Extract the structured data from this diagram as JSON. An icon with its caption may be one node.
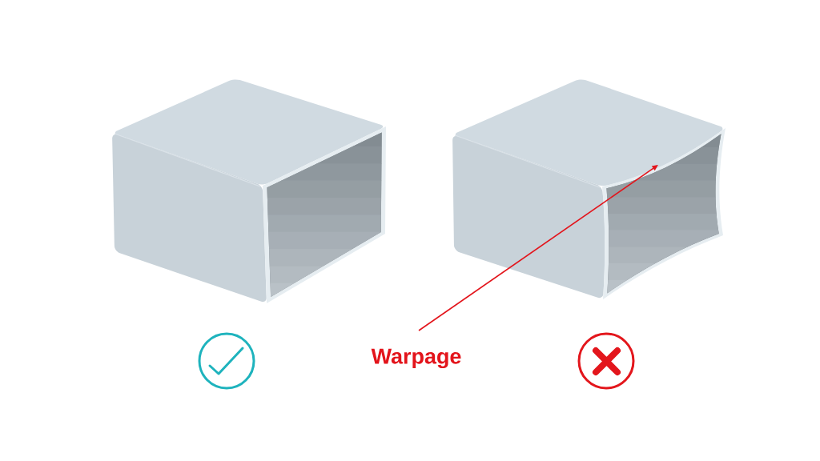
{
  "diagram": {
    "nodes": [
      {
        "text": [],
        "shape": "picture"
      },
      {
        "text": [],
        "shape": "picture"
      },
      {
        "text": [
          "Warpage"
        ]
      }
    ],
    "edges": [
      {
        "from": 2,
        "to": 1,
        "arrow": "to",
        "color": "#e3141b"
      }
    ]
  }
}
